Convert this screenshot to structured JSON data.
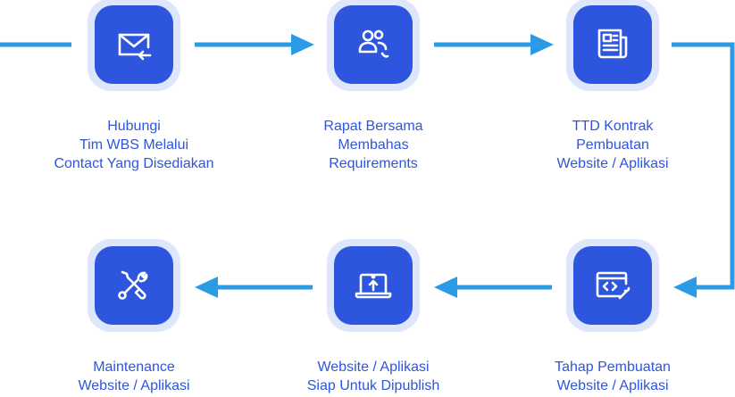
{
  "colors": {
    "accent": "#2e55dd",
    "tile_halo": "#dde6fb",
    "arrow": "#2b9be6"
  },
  "steps": [
    {
      "icon": "mail-inbox-icon",
      "label": [
        "Hubungi",
        "Tim WBS Melalui",
        "Contact Yang Disediakan"
      ]
    },
    {
      "icon": "people-icon",
      "label": [
        "Rapat Bersama",
        "Membahas",
        "Requirements"
      ]
    },
    {
      "icon": "newspaper-icon",
      "label": [
        "TTD Kontrak",
        "Pembuatan",
        "Website / Aplikasi"
      ]
    },
    {
      "icon": "code-wrench-icon",
      "label": [
        "Tahap Pembuatan",
        "Website / Aplikasi"
      ]
    },
    {
      "icon": "laptop-upload-icon",
      "label": [
        "Website / Aplikasi",
        "Siap Untuk Dipublish"
      ]
    },
    {
      "icon": "tools-icon",
      "label": [
        "Maintenance",
        "Website / Aplikasi"
      ]
    }
  ]
}
